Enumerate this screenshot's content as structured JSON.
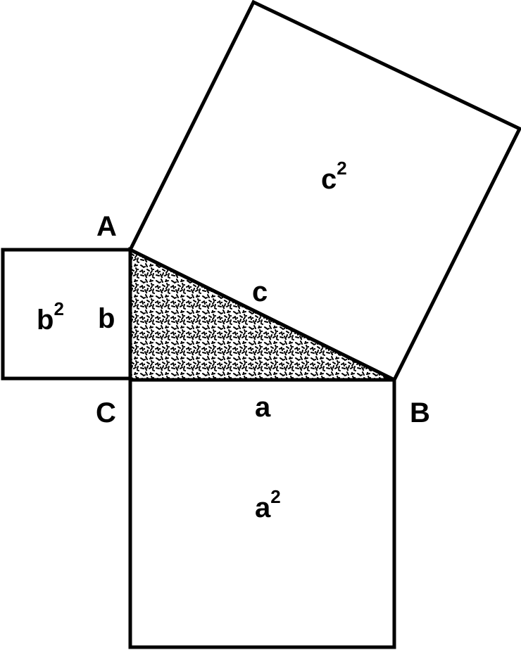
{
  "vertices": {
    "A": "A",
    "B": "B",
    "C": "C"
  },
  "sides": {
    "a": "a",
    "b": "b",
    "c": "c"
  },
  "squares": {
    "a": {
      "base": "a",
      "exp": "2"
    },
    "b": {
      "base": "b",
      "exp": "2"
    },
    "c": {
      "base": "c",
      "exp": "2"
    }
  },
  "colors": {
    "stroke": "#000000",
    "background": "#ffffff",
    "triangle_fill": "speckled black on white"
  }
}
